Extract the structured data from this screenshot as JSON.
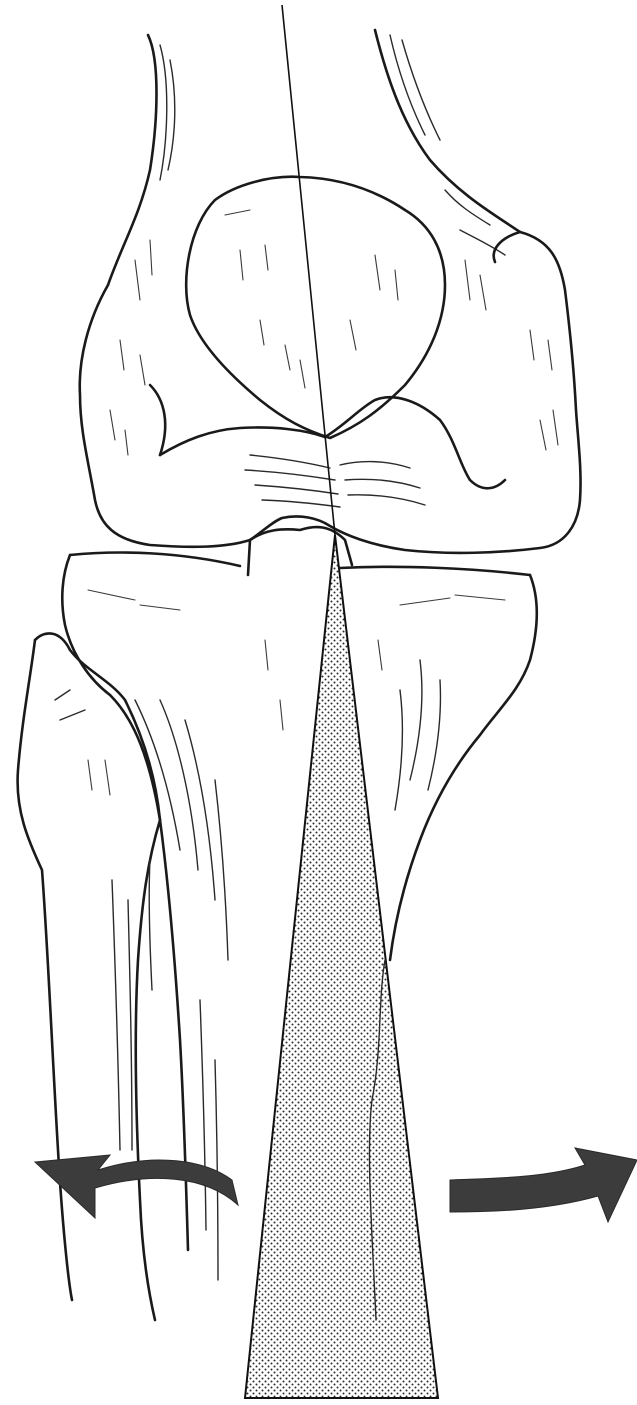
{
  "figure": {
    "subject": "knee-joint-anterior-view",
    "colors": {
      "ink": "#1a1a1a",
      "stipple": "#2b2b2b",
      "arrow": "#3c3c3c",
      "background": "#ffffff"
    },
    "parts": {
      "femur": "femur",
      "patella": "patella",
      "tibia": "tibia",
      "fibula": "fibula",
      "wedge": "stippled-wedge",
      "left_arrow": "curved-arrow-left",
      "right_arrow": "curved-arrow-right",
      "axis": "mechanical-axis-line"
    }
  }
}
